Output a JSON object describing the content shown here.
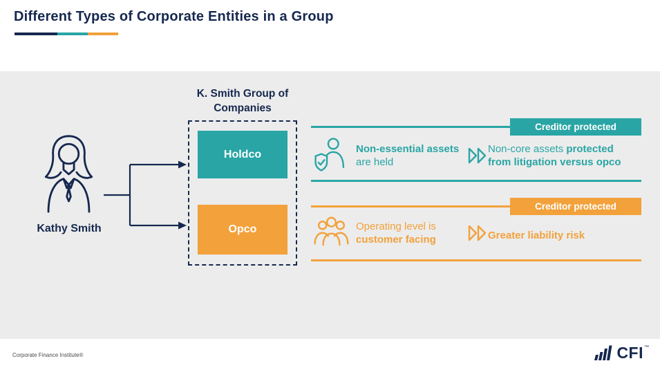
{
  "header": {
    "title": "Different Types of Corporate Entities in a Group"
  },
  "diagram": {
    "person_label": "Kathy Smith",
    "group_label": "K. Smith Group of Companies",
    "holdco_label": "Holdco",
    "opco_label": "Opco"
  },
  "rows": [
    {
      "badge": "Creditor protected",
      "left_bold": "Non-essential assets",
      "left_rest": " are held",
      "right_plain": "Non-core assets ",
      "right_bold": "protected from litigation versus opco"
    },
    {
      "badge": "Creditor protected",
      "left_plain": "Operating level is ",
      "left_bold": "customer facing",
      "right_bold": "Greater liability risk"
    }
  ],
  "footer": {
    "org": "Corporate Finance Institute®",
    "logo_text": "CFI",
    "trademark": "™"
  },
  "colors": {
    "navy": "#16284F",
    "teal": "#2AA5A5",
    "orange": "#F2A13B",
    "canvas_gray": "#ECECEC"
  }
}
